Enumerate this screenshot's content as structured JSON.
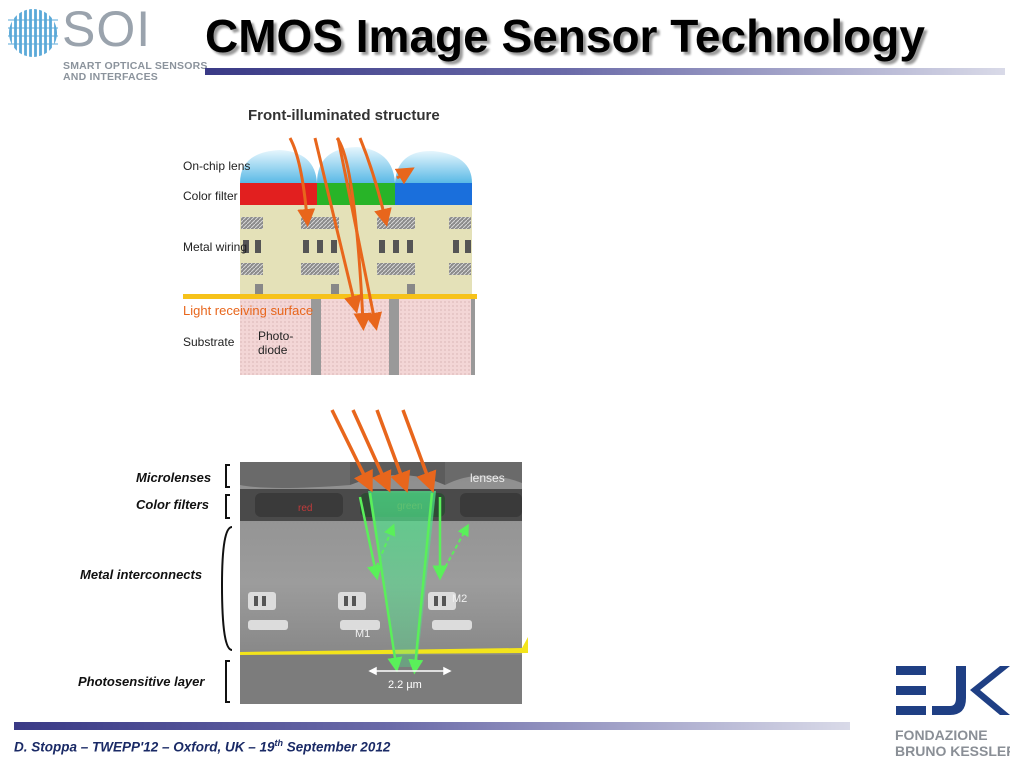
{
  "header": {
    "logo_text": "SOI",
    "logo_sub_1": "SMART OPTICAL SENSORS",
    "logo_sub_2": "AND INTERFACES",
    "title": "CMOS Image Sensor Technology"
  },
  "figure_top": {
    "heading": "Front-illuminated structure",
    "label_lens": "On-chip lens",
    "label_filter": "Color filter",
    "label_wiring": "Metal wiring",
    "label_surface": "Light receiving surface",
    "label_substrate": "Substrate",
    "label_photo_1": "Photo-",
    "label_photo_2": "diode"
  },
  "figure_bottom": {
    "label_microlenses": "Microlenses",
    "label_color_filters": "Color filters",
    "label_metal": "Metal interconnects",
    "label_photo": "Photosensitive layer",
    "tag_lenses": "lenses",
    "tag_red": "red",
    "tag_green": "green",
    "tag_m1": "M1",
    "tag_m2": "M2",
    "scale": "2.2 µm"
  },
  "footer": {
    "text_main": "D. Stoppa – TWEPP'12 – Oxford, UK –  19",
    "text_sup": "th",
    "text_end": " September 2012"
  },
  "fbk": {
    "line1": "FONDAZIONE",
    "line2": "BRUNO KESSLER"
  },
  "colors": {
    "title_rule": "#3a3a86",
    "fbk_blue": "#1f3f84",
    "footer_text": "#1a2a66",
    "arrow_orange": "#e8661c",
    "arrow_green": "#5af05a"
  }
}
